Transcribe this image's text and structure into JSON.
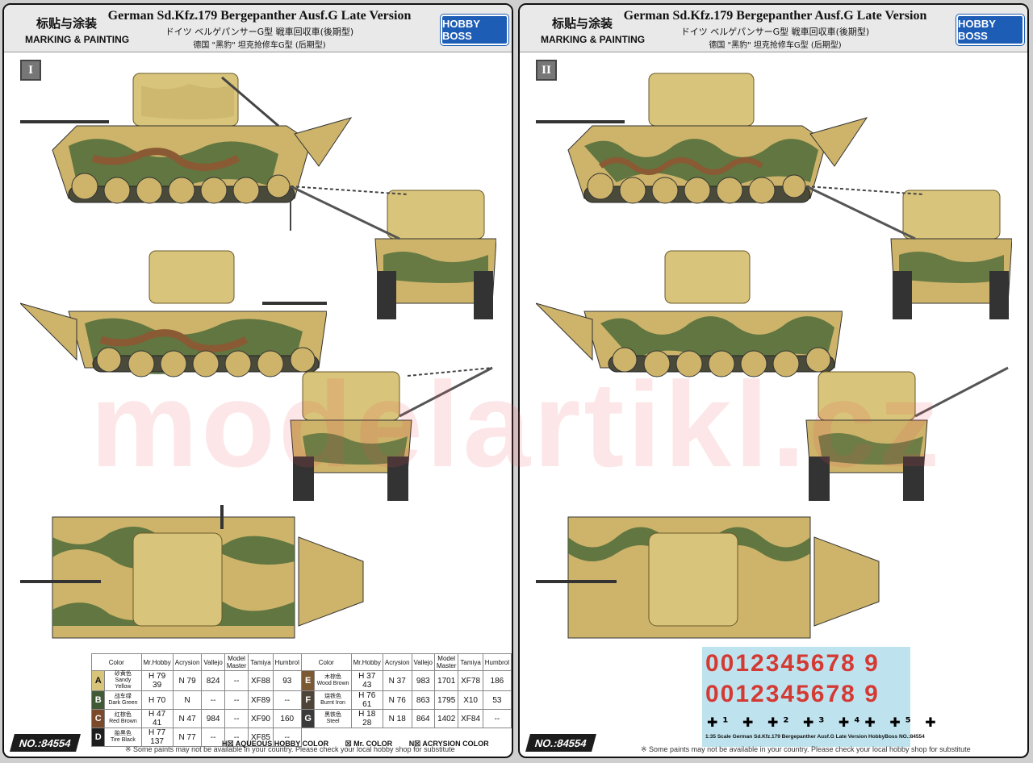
{
  "sheets": [
    {
      "mark_cn": "标贴与涂装",
      "mark_en": "MARKING & PAINTING",
      "title_en": "German Sd.Kfz.179 Bergepanther Ausf.G Late Version",
      "title_jp": "ドイツ ベルゲパンサーG型 戦車回収車(後期型)",
      "title_cn": "德国 \"黑豹\" 坦克抢修车G型 (后期型)",
      "logo": "HOBBY BOSS",
      "badge": "I",
      "number": "NO.:84554",
      "footer_note": "※ Some paints may not be available in your country. Please check your local hobby shop for substitute"
    },
    {
      "mark_cn": "标贴与涂装",
      "mark_en": "MARKING & PAINTING",
      "title_en": "German Sd.Kfz.179 Bergepanther Ausf.G Late Version",
      "title_jp": "ドイツ ベルゲパンサーG型 戦車回収車(後期型)",
      "title_cn": "德国 \"黑豹\" 坦克抢修车G型 (后期型)",
      "logo": "HOBBY BOSS",
      "badge": "II",
      "number": "NO.:84554",
      "footer_note": "※ Some paints may not be available in your country. Please check your local hobby shop for substitute"
    }
  ],
  "color_table": {
    "headers": [
      "Color",
      "Mr.Hobby",
      "Acrysion",
      "Vallejo",
      "Model Master",
      "Tamiya",
      "Humbrol"
    ],
    "rows": [
      {
        "code": "A",
        "cn": "砂黄色",
        "en": "Sandy Yellow",
        "hobby": "H 79 39",
        "acrysion": "N 79",
        "vallejo": "824",
        "master": "--",
        "tamiya": "XF88",
        "humbrol": "93",
        "swatch": "#d8c47a"
      },
      {
        "code": "B",
        "cn": "战车绿",
        "en": "Dark Green",
        "hobby": "H 70",
        "acrysion": "N",
        "vallejo": "--",
        "master": "--",
        "tamiya": "XF89",
        "humbrol": "--",
        "swatch": "#3f5a35"
      },
      {
        "code": "C",
        "cn": "红棕色",
        "en": "Red Brown",
        "hobby": "H 47 41",
        "acrysion": "N 47",
        "vallejo": "984",
        "master": "--",
        "tamiya": "XF90",
        "humbrol": "160",
        "swatch": "#7a4a2a"
      },
      {
        "code": "D",
        "cn": "胎黑色",
        "en": "Tire Black",
        "hobby": "H 77 137",
        "acrysion": "N 77",
        "vallejo": "--",
        "master": "--",
        "tamiya": "XF85",
        "humbrol": "--",
        "swatch": "#1e1e1e"
      },
      {
        "code": "E",
        "cn": "木棕色",
        "en": "Wood Brown",
        "hobby": "H 37 43",
        "acrysion": "N 37",
        "vallejo": "983",
        "master": "1701",
        "tamiya": "XF78",
        "humbrol": "186",
        "swatch": "#7b5a33"
      },
      {
        "code": "F",
        "cn": "烧铁色",
        "en": "Burnt Iron",
        "hobby": "H 76 61",
        "acrysion": "N 76",
        "vallejo": "863",
        "master": "1795",
        "tamiya": "X10",
        "humbrol": "53",
        "swatch": "#4e4438"
      },
      {
        "code": "G",
        "cn": "黑铁色",
        "en": "Steel",
        "hobby": "H 18 28",
        "acrysion": "N 18",
        "vallejo": "864",
        "master": "1402",
        "tamiya": "XF84",
        "humbrol": "--",
        "swatch": "#3a3a3a"
      }
    ],
    "legend": [
      "H☒ AQUEOUS HOBBY COLOR",
      "☒ Mr. COLOR",
      "N☒ ACRYSION COLOR"
    ]
  },
  "decal": {
    "row1": "0012345678 9",
    "row2": "0012345678 9",
    "crosses": "✚¹ ✚ ✚² ✚³ ✚⁴✚ ✚⁵ ✚",
    "caption": "1:35 Scale  German Sd.Kfz.179 Bergepanther Ausf.G Late Version    HobbyBoss  NO.:84554"
  },
  "watermark": "modelartikl.cz",
  "colors": {
    "sand": "#cdb46a",
    "green": "#4d6b3a",
    "brown": "#8a5a34",
    "tarp": "#d7c27a",
    "ink": "#222222"
  }
}
